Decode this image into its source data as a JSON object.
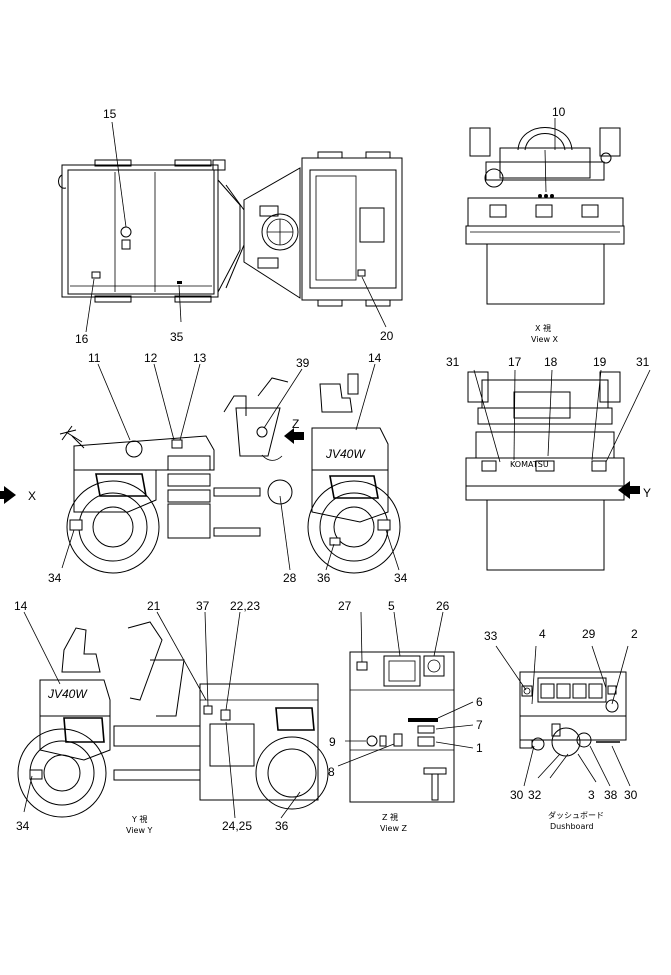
{
  "labels": {
    "n1": "1",
    "n2": "2",
    "n3": "3",
    "n4": "4",
    "n5": "5",
    "n6": "6",
    "n7": "7",
    "n8": "8",
    "n9": "9",
    "n10": "10",
    "n11": "11",
    "n12": "12",
    "n13": "13",
    "n14": "14",
    "n15": "15",
    "n16": "16",
    "n17": "17",
    "n18": "18",
    "n19": "19",
    "n20": "20",
    "n21": "21",
    "n22_23": "22,23",
    "n24_25": "24,25",
    "n26": "26",
    "n27": "27",
    "n28": "28",
    "n29": "29",
    "n30": "30",
    "n31": "31",
    "n32": "32",
    "n33": "33",
    "n34": "34",
    "n35": "35",
    "n36": "36",
    "n37": "37",
    "n38": "38",
    "n39": "39"
  },
  "arrows": {
    "x": "X",
    "y": "Y",
    "z": "Z"
  },
  "brand": {
    "model": "JV40W",
    "maker": "KOMATSU"
  },
  "captions": {
    "view_x_jp": "X 視",
    "view_x_en": "View X",
    "view_y_jp": "Y 視",
    "view_y_en": "View Y",
    "view_z_jp": "Z 視",
    "view_z_en": "View Z",
    "dashboard_jp": "ダッシュボード",
    "dashboard_en": "Dushboard"
  }
}
